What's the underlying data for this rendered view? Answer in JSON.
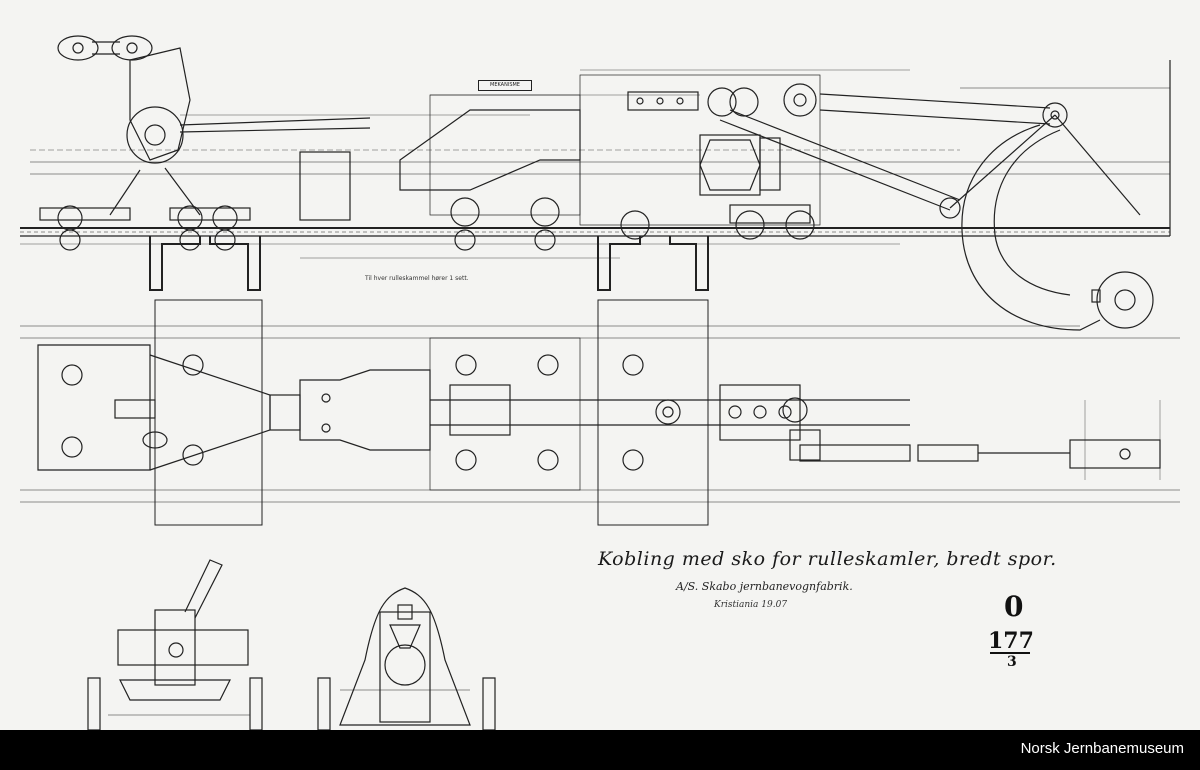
{
  "drawing": {
    "title": "Kobling med sko for rulleskamler, bredt spor.",
    "maker": "A/S. Skabo jernbanevognfabrik.",
    "place": "Kristiania 19.07",
    "stamp": "MEKANISME",
    "sheet_number": "0",
    "drawing_number": "177",
    "sheet_part": "3",
    "note_left": "Til hver rulleskammel hører 1 sett."
  },
  "footer": {
    "brand": "Norsk Jernbanemuseum"
  },
  "colors": {
    "paper": "#f4f4f2",
    "ink": "#222222",
    "footer_bg": "#000000",
    "footer_text": "#ffffff"
  }
}
